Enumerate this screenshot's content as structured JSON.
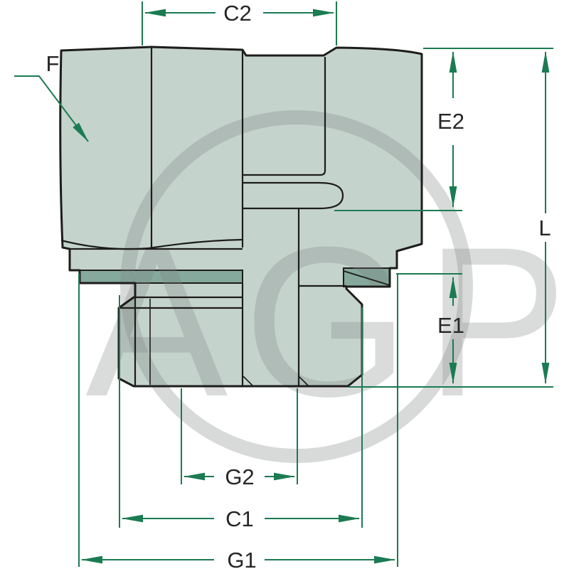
{
  "drawing": {
    "type": "technical-dimension-drawing",
    "subject": "hydraulic hex adapter fitting, half-section view"
  },
  "labels": {
    "c2": "C2",
    "f": "F",
    "e2": "E2",
    "l": "L",
    "e1": "E1",
    "g2": "G2",
    "c1": "C1",
    "g1": "G1"
  },
  "watermark": {
    "text": "AGP"
  },
  "colors": {
    "dimension": "#1b7b52",
    "body_fill": "#c5d3cd",
    "seal_fill": "#85a99c",
    "outline": "#1d1d1b",
    "watermark": "#7d8481",
    "background": "#ffffff",
    "label_text": "#262626"
  }
}
